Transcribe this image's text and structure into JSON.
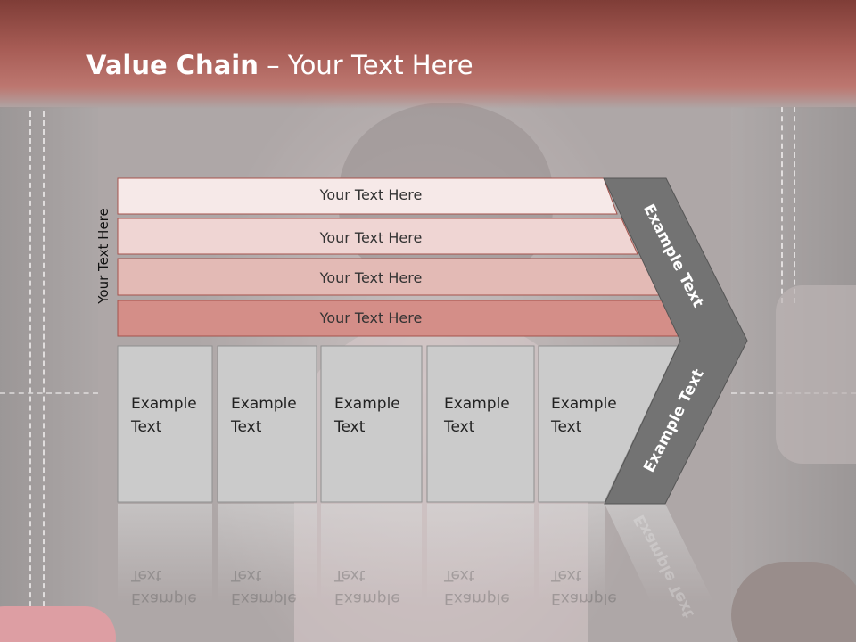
{
  "title": {
    "bold": "Value Chain",
    "rest": " – Your Text Here"
  },
  "side_label": "Your Text Here",
  "rows": [
    "Your Text Here",
    "Your Text Here",
    "Your Text Here",
    "Your Text Here"
  ],
  "boxes": [
    "Example\nText",
    "Example\nText",
    "Example\nText",
    "Example\nText",
    "Example\nText"
  ],
  "chevron": {
    "upper": "Example Text",
    "lower": "Example Text"
  },
  "colors": {
    "row_fills": [
      "#f6e9e8",
      "#efd5d3",
      "#e3bab5",
      "#d48e88"
    ],
    "row_stroke": "#a5534c",
    "box_fill": "#cbcbcb",
    "chevron_fill": "#737373"
  }
}
